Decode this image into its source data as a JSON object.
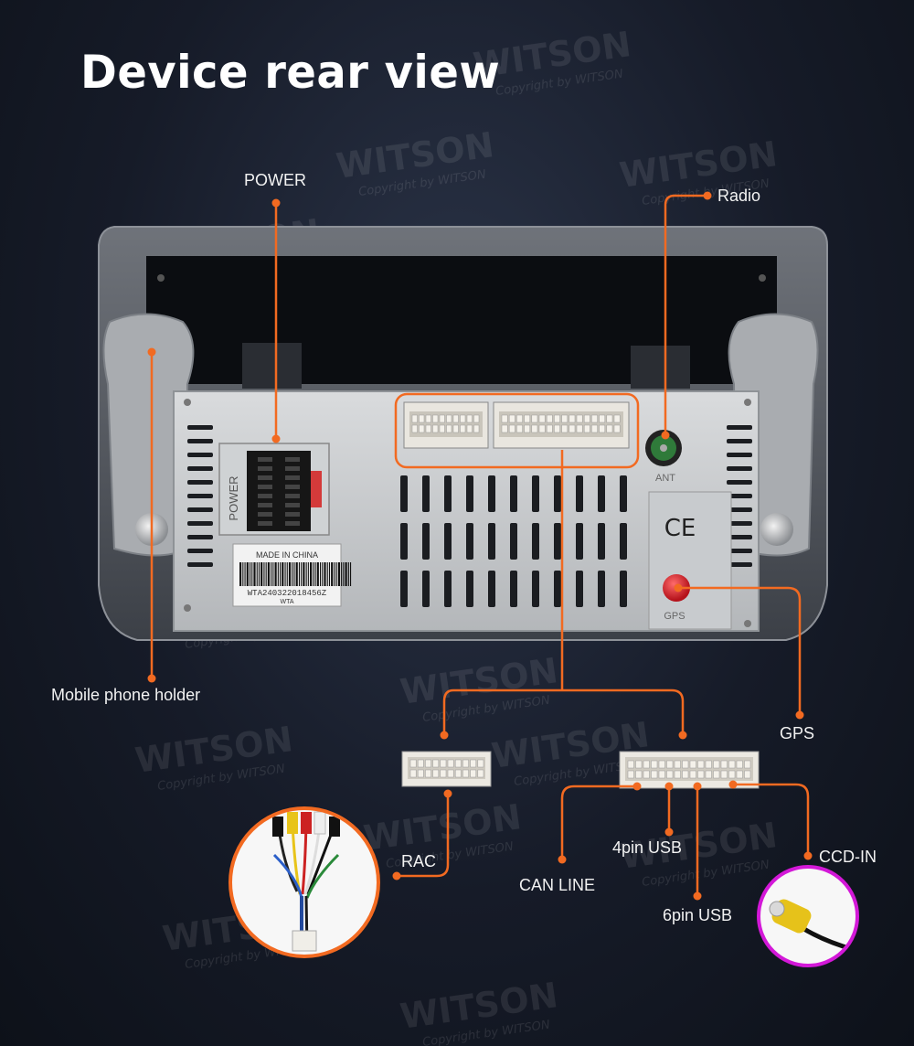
{
  "title": "Device rear view",
  "labels": {
    "power": "POWER",
    "radio": "Radio",
    "mobile_holder": "Mobile phone holder",
    "gps": "GPS",
    "rac": "RAC",
    "can_line": "CAN LINE",
    "usb4": "4pin USB",
    "usb6": "6pin USB",
    "ccd_in": "CCD-IN"
  },
  "device_text": {
    "power_port": "POWER",
    "made_in": "MADE IN CHINA",
    "serial": "WTA240322018456Z",
    "serial_suffix": "WTA",
    "ant": "ANT",
    "gps_port": "GPS",
    "ce": "CE"
  },
  "watermark": {
    "brand": "WITSON",
    "copyright": "Copyright by WITSON"
  },
  "colors": {
    "accent_orange": "#f26a21",
    "ccd_ring": "#d318d8",
    "rac_ring": "#f26a21"
  }
}
